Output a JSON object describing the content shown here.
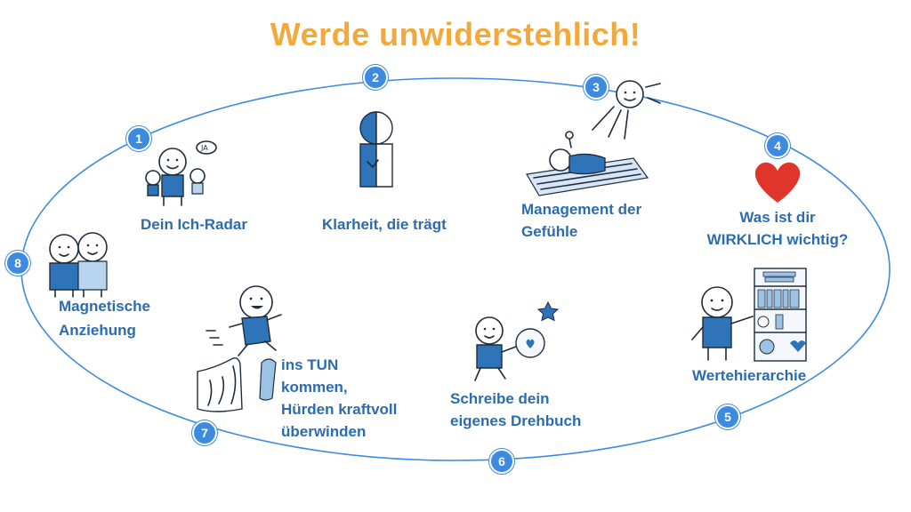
{
  "title": "Werde unwiderstehlich!",
  "colors": {
    "title": "#f2a93b",
    "label": "#2b6cb0",
    "badge": "#3d8be0",
    "heart": "#e0352b",
    "ring": "#3d8be0"
  },
  "steps": [
    {
      "number": "1",
      "label_lines": [
        "Dein Ich-Radar"
      ],
      "icon": "people-radar-icon"
    },
    {
      "number": "2",
      "label_lines": [
        "Klarheit, die trägt"
      ],
      "icon": "half-blue-figure-icon"
    },
    {
      "number": "3",
      "label_lines": [
        "Management der",
        "Gefühle"
      ],
      "icon": "sunbathing-figure-icon"
    },
    {
      "number": "4",
      "label_lines": [
        "Was ist dir",
        "WIRKLICH wichtig?"
      ],
      "icon": "heart-icon"
    },
    {
      "number": "5",
      "label_lines": [
        "Wertehierarchie"
      ],
      "icon": "shelf-figure-icon"
    },
    {
      "number": "6",
      "label_lines": [
        "Schreibe dein",
        "eigenes Drehbuch"
      ],
      "icon": "script-figure-icon"
    },
    {
      "number": "7",
      "label_lines": [
        "ins TUN",
        "kommen,",
        "Hürden kraftvoll",
        "überwinden"
      ],
      "icon": "jumping-figure-icon"
    },
    {
      "number": "8",
      "label_lines": [
        "Magnetische",
        "Anziehung"
      ],
      "icon": "hugging-figures-icon"
    }
  ]
}
